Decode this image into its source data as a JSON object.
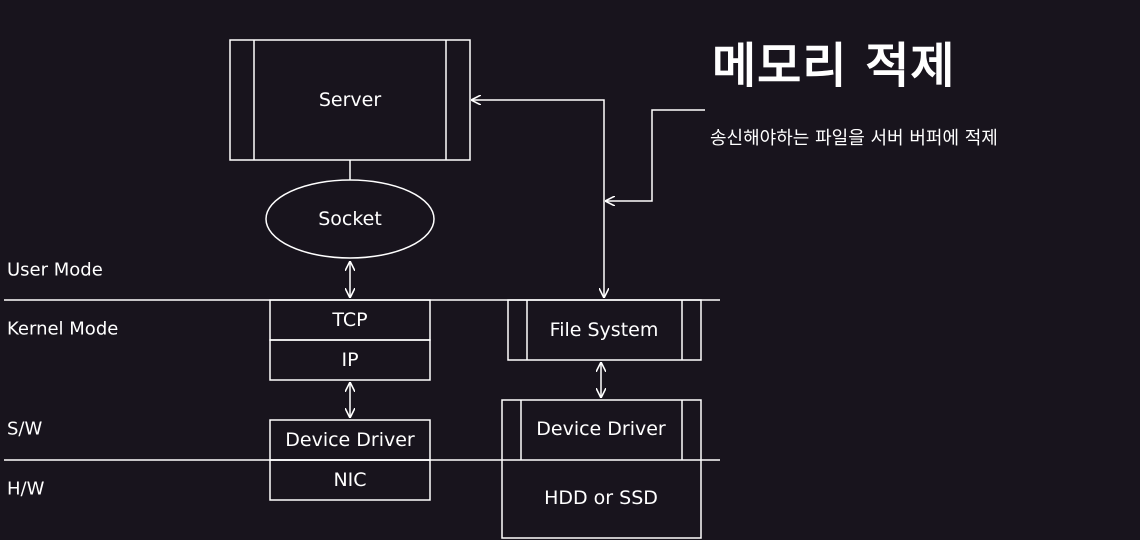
{
  "annotation": {
    "title": "메모리 적제",
    "description": "송신해야하는 파일을 서버 버퍼에 적제"
  },
  "modes": {
    "user": "User Mode",
    "kernel": "Kernel Mode",
    "sw": "S/W",
    "hw": "H/W"
  },
  "network_stack": {
    "server": "Server",
    "socket": "Socket",
    "tcp": "TCP",
    "ip": "IP",
    "device_driver": "Device Driver",
    "nic": "NIC"
  },
  "storage_stack": {
    "file_system": "File System",
    "device_driver": "Device Driver",
    "storage": "HDD or SSD"
  },
  "colors": {
    "background": "#18141d",
    "foreground": "#ffffff"
  }
}
